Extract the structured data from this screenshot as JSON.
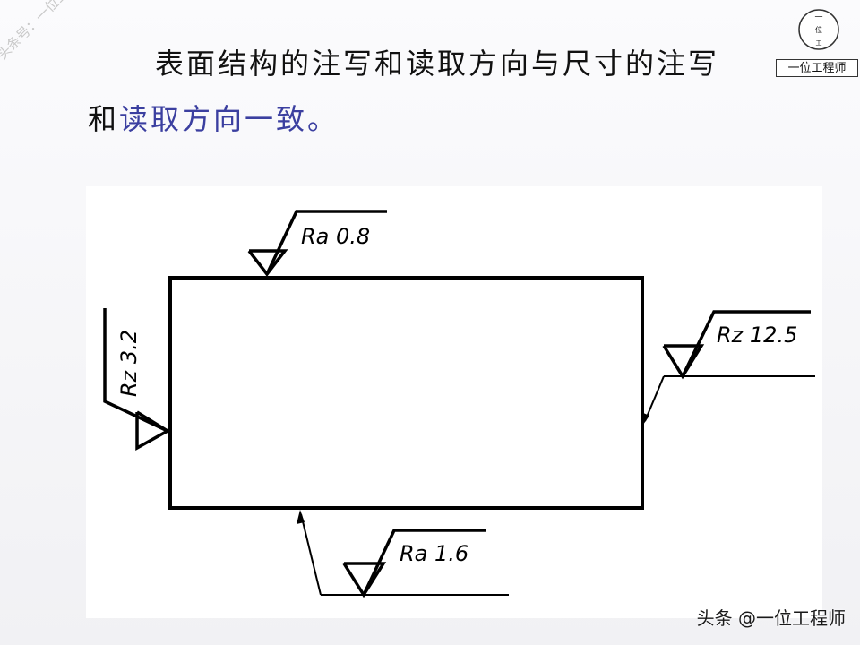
{
  "text": {
    "line1": "表面结构的注写和读取方向与尺寸的注写",
    "line2_prefix": "和",
    "line2_highlight": "读取方向一致。"
  },
  "watermark": "头条号：一位工程师",
  "logo": {
    "label": "一位工程师",
    "glyphs": [
      "一",
      "位",
      "工"
    ]
  },
  "footer": "头条 @一位工程师",
  "symbols": {
    "top": "Ra 0.8",
    "left": "Rz 3.2",
    "right": "Rz 12.5",
    "bottom": "Ra 1.6"
  },
  "colors": {
    "text": "#111111",
    "highlight": "#3b3fa0",
    "watermark": "#c9c9c9"
  }
}
